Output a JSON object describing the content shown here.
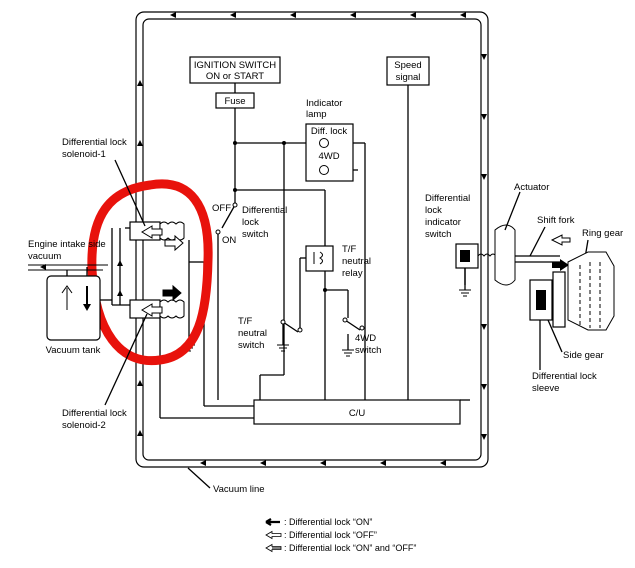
{
  "labels": {
    "ignition_line1": "IGNITION SWITCH",
    "ignition_line2": "ON or START",
    "fuse": "Fuse",
    "indicator_line1": "Indicator",
    "indicator_line2": "lamp",
    "diff_lock": "Diff. lock",
    "fourwd_lamp": "4WD",
    "speed_line1": "Speed",
    "speed_line2": "signal",
    "sol1_line1": "Differential lock",
    "sol1_line2": "solenoid-1",
    "off": "OFF",
    "on": "ON",
    "dls_line1": "Differential",
    "dls_line2": "lock",
    "dls_line3": "switch",
    "engine_line1": "Engine intake side",
    "engine_line2": "vacuum",
    "vacuum_tank": "Vacuum tank",
    "tf_relay_line1": "T/F",
    "tf_relay_line2": "neutral",
    "tf_relay_line3": "relay",
    "tf_switch_line1": "T/F",
    "tf_switch_line2": "neutral",
    "tf_switch_line3": "switch",
    "fourwd_switch_line1": "4WD",
    "fourwd_switch_line2": "switch",
    "dlis_line1": "Differential",
    "dlis_line2": "lock",
    "dlis_line3": "indicator",
    "dlis_line4": "switch",
    "actuator": "Actuator",
    "shift_fork": "Shift fork",
    "ring_gear": "Ring gear",
    "side_gear": "Side gear",
    "sleeve_line1": "Differential lock",
    "sleeve_line2": "sleeve",
    "sol2_line1": "Differential lock",
    "sol2_line2": "solenoid-2",
    "cu": "C/U",
    "vacuum_line": "Vacuum line"
  },
  "legend": [
    {
      "icon": "solid-arrow-icon",
      "text": ": Differential lock “ON”"
    },
    {
      "icon": "hollow-arrow-icon",
      "text": ": Differential lock “OFF”"
    },
    {
      "icon": "striped-arrow-icon",
      "text": ": Differential lock “ON” and “OFF”"
    }
  ],
  "colors": {
    "highlight": "#e8120c",
    "ink": "#000000"
  }
}
